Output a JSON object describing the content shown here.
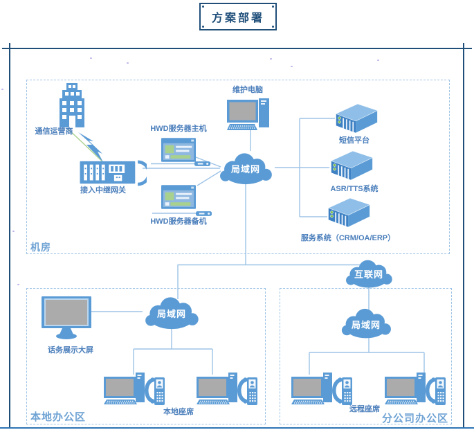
{
  "title": "方案部署",
  "regions": {
    "server_room": "机房",
    "local_office": "本地办公区",
    "branch_office": "分公司办公区"
  },
  "nodes": {
    "telecom": "通信运营商",
    "gateway": "接入中继网关",
    "hwd_primary": "HWD服务器主机",
    "hwd_backup": "HWD服务器备机",
    "maintenance_pc": "维护电脑",
    "lan_core": "局域网",
    "sms_platform": "短信平台",
    "asr_tts": "ASR/TTS系统",
    "service_system": "服务系统（CRM/OA/ERP）",
    "wallboard": "话务展示大屏",
    "lan_local": "局域网",
    "agents_local": "本地座席",
    "internet": "互联网",
    "lan_branch": "局域网",
    "agents_remote": "远程座席"
  },
  "colors": {
    "shape_blue": "#5b9bd5",
    "connector_blue": "#9dc3e6",
    "navy": "#1f4e79",
    "label_blue": "#4a7ebb",
    "green_accent": "#a9d18e",
    "screen_gray": "#ababab"
  }
}
